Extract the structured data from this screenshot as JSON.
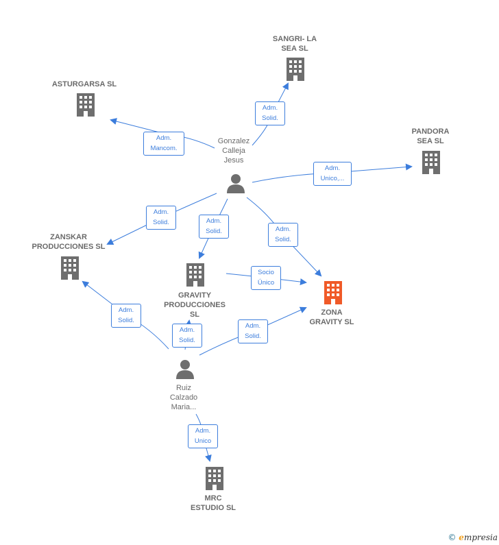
{
  "colors": {
    "edge": "#3c7ddc",
    "company": "#6e6e6e",
    "focus_company": "#f05a28",
    "person": "#6e6e6e"
  },
  "nodes": {
    "sangri": {
      "label": "SANGRI- LA\nSEA  SL",
      "icon": "building-icon"
    },
    "asturgarsa": {
      "label": "ASTURGARSA SL",
      "icon": "building-icon"
    },
    "pandora": {
      "label": "PANDORA\nSEA  SL",
      "icon": "building-icon"
    },
    "gonzalez": {
      "label": "Gonzalez\nCalleja\nJesus",
      "icon": "person-icon"
    },
    "zanskar": {
      "label": "ZANSKAR\nPRODUCCIONES SL",
      "icon": "building-icon"
    },
    "gravity_prod": {
      "label": "GRAVITY\nPRODUCCIONES\nSL",
      "icon": "building-icon"
    },
    "zona_gravity": {
      "label": "ZONA\nGRAVITY  SL",
      "icon": "building-icon"
    },
    "ruiz": {
      "label": "Ruiz\nCalzado\nMaria...",
      "icon": "person-icon"
    },
    "mrc": {
      "label": "MRC\nESTUDIO SL",
      "icon": "building-icon"
    }
  },
  "edges": {
    "e1": "Adm.\nSolid.",
    "e2": "Adm.\nMancom.",
    "e3": "Adm.\nUnico,...",
    "e4": "Adm.\nSolid.",
    "e5": "Adm.\nSolid.",
    "e6": "Adm.\nSolid.",
    "e7": "Socio\nÚnico",
    "e8": "Adm.\nSolid.",
    "e9": "Adm.\nSolid.",
    "e10": "Adm.\nSolid.",
    "e11": "Adm.\nUnico"
  },
  "footer": {
    "copyright": "©",
    "brand_first": "e",
    "brand_rest": "mpresia"
  }
}
